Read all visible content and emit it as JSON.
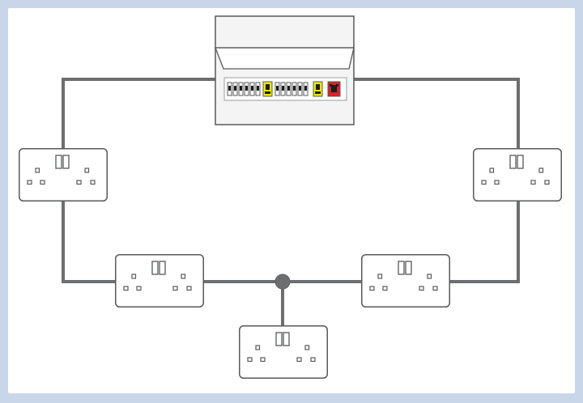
{
  "diagram": {
    "type": "ring-circuit-with-spur",
    "components": {
      "consumer_unit": {
        "breakers": 12,
        "rcd_units": 2,
        "main_switch": 1
      },
      "ring_sockets": 4,
      "spur_sockets": 1,
      "junction": "spur-junction"
    },
    "colors": {
      "background_frame": "#c9d6ea",
      "panel": "#ffffff",
      "wire": "#6d6e70",
      "outline": "#58595b",
      "consumer_unit_fill": "#f4f4f4",
      "rcd_yellow": "#f3e600",
      "main_switch_red": "#e01e25",
      "junction_fill": "#6d6e70"
    }
  }
}
